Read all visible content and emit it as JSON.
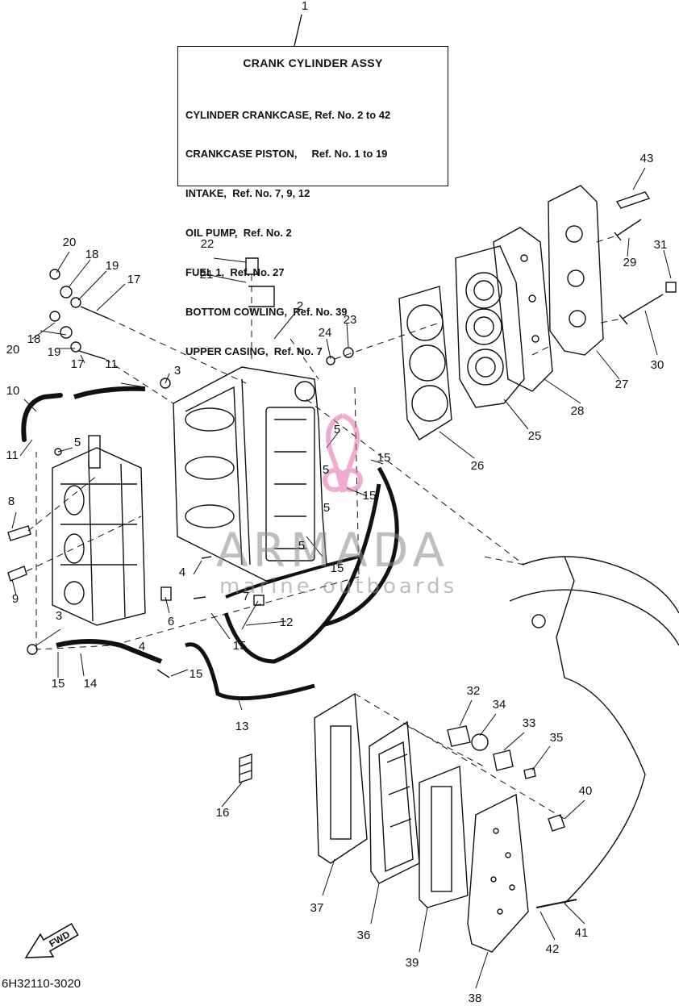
{
  "infobox": {
    "title": "CRANK  CYLINDER ASSY",
    "lines": [
      "CYLINDER CRANKCASE, Ref. No. 2 to 42",
      "CRANKCASE PISTON,     Ref. No. 1 to 19",
      "INTAKE,  Ref. No. 7, 9, 12",
      "OIL PUMP,  Ref. No. 2",
      "FUEL 1,  Ref. No. 27",
      "BOTTOM COWLING,  Ref. No. 39",
      "UPPER CASING,  Ref. No. 7"
    ]
  },
  "callouts": [
    "1",
    "20",
    "18",
    "19",
    "17",
    "22",
    "21",
    "2",
    "24",
    "23",
    "43",
    "29",
    "31",
    "30",
    "27",
    "28",
    "25",
    "26",
    "20",
    "18",
    "19",
    "17",
    "11",
    "3",
    "10",
    "11",
    "5",
    "5",
    "5",
    "5",
    "15",
    "15",
    "5",
    "15",
    "8",
    "9",
    "4",
    "7",
    "12",
    "6",
    "3",
    "4",
    "15",
    "15",
    "14",
    "13",
    "15",
    "16",
    "32",
    "34",
    "33",
    "35",
    "40",
    "37",
    "36",
    "39",
    "41",
    "42",
    "38"
  ],
  "watermark": {
    "brand": "ARMADA",
    "tagline": "marine outboards"
  },
  "fwd_label": "FWD",
  "diagram_code": "6H32110-3020"
}
